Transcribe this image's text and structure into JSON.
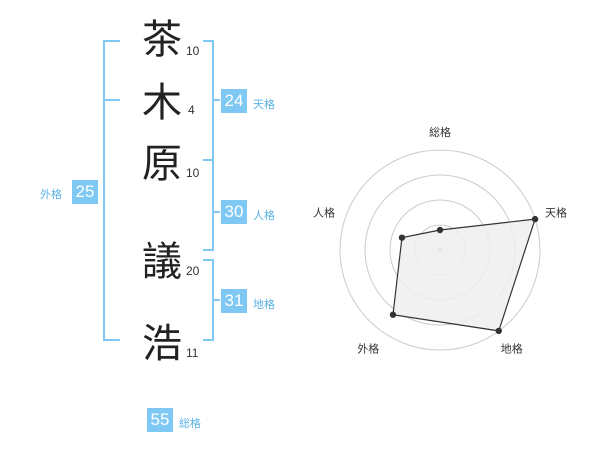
{
  "name": {
    "chars": [
      {
        "char": "茶",
        "strokes": "10"
      },
      {
        "char": "木",
        "strokes": "4"
      },
      {
        "char": "原",
        "strokes": "10"
      },
      {
        "char": "議",
        "strokes": "20"
      },
      {
        "char": "浩",
        "strokes": "11"
      }
    ]
  },
  "kaku": {
    "tenkaku": {
      "value": "24",
      "label": "天格"
    },
    "jinkaku": {
      "value": "30",
      "label": "人格"
    },
    "chikaku": {
      "value": "31",
      "label": "地格"
    },
    "gaikaku": {
      "value": "25",
      "label": "外格"
    },
    "soukaku": {
      "value": "55",
      "label": "総格"
    }
  },
  "chart_data": {
    "type": "radar",
    "axes": [
      "総格",
      "天格",
      "地格",
      "外格",
      "人格"
    ],
    "rings": 4,
    "values": [
      0.2,
      1.0,
      1.0,
      0.8,
      0.4
    ],
    "colors": {
      "fill": "#efefef",
      "stroke": "#333333",
      "grid": "#cccccc",
      "accent": "#7fc8f4"
    }
  }
}
